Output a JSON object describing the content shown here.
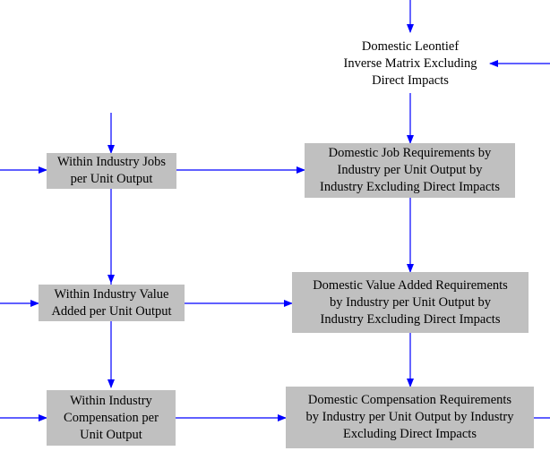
{
  "colors": {
    "arrow": "#0000ff",
    "box_fill": "#c0c0c0",
    "text": "#000000",
    "background": "#ffffff"
  },
  "nodes": {
    "leontief": "Domestic Leontief\nInverse Matrix Excluding\nDirect Impacts",
    "jobs_within": "Within Industry Jobs\nper Unit Output",
    "jobs_domestic": "Domestic Job Requirements by\nIndustry per Unit Output by\nIndustry Excluding Direct Impacts",
    "va_within": "Within Industry Value\nAdded per Unit Output",
    "va_domestic": "Domestic Value Added Requirements\nby Industry per Unit Output by\nIndustry Excluding Direct Impacts",
    "comp_within": "Within Industry\nCompensation per\nUnit Output",
    "comp_domestic": "Domestic Compensation Requirements\nby Industry per Unit Output by Industry\nExcluding Direct Impacts"
  }
}
